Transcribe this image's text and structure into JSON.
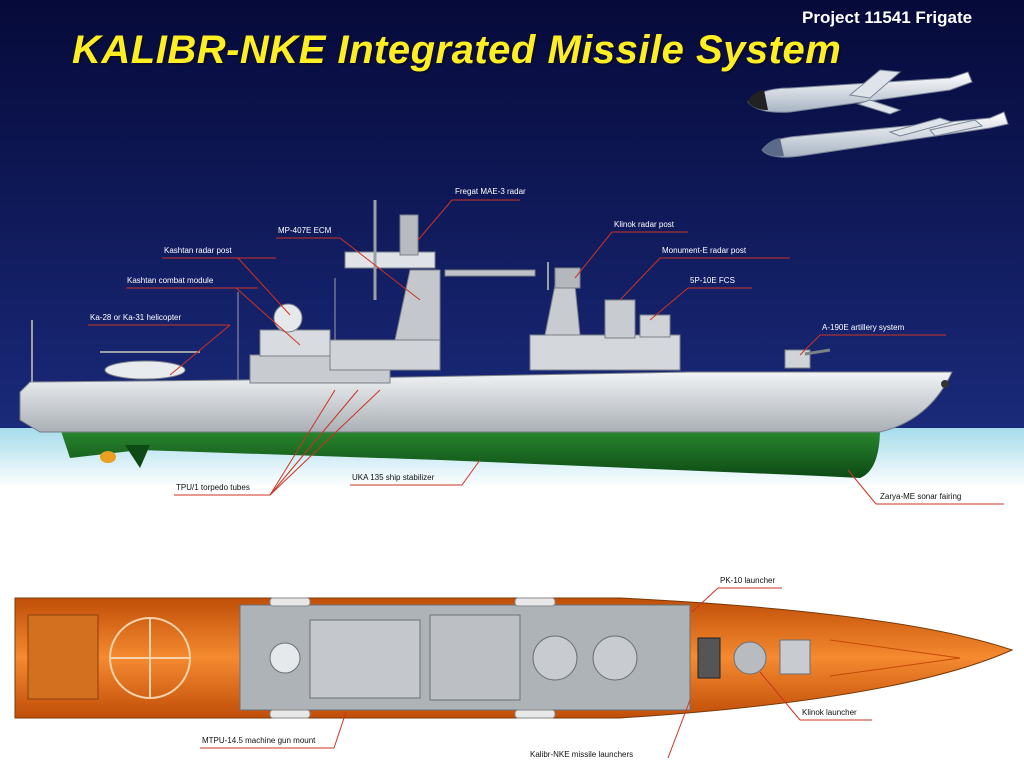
{
  "header": {
    "subtitle": "Project 11541 Frigate",
    "title": "KALIBR-NKE Integrated Missile System"
  },
  "colors": {
    "sky_top": "#060a3a",
    "sky_bottom": "#1a2a7a",
    "title_yellow": "#ffee22",
    "hull_grey": "#d6d9dc",
    "waterline_green": "#1f7a2a",
    "deck_orange": "#e86a12",
    "leader_red": "#cc3322"
  },
  "side_view_labels": {
    "fregat_radar": "Fregat MAE-3 radar",
    "mp407e_ecm": "MP-407E ECM",
    "klinok_radar_post": "Klinok radar post",
    "kashtan_radar_post": "Kashtan radar post",
    "monument_radar_post": "Monument-E radar post",
    "kashtan_combat_module": "Kashtan combat module",
    "fcs_5p10e": "5P-10E FCS",
    "helicopter": "Ka-28 or Ka-31 helicopter",
    "a190e_artillery": "A-190E artillery system",
    "ship_stabilizer": "UKA 135 ship stabilizer",
    "torpedo_tubes": "TPU/1 torpedo tubes",
    "sonar_fairing": "Zarya-ME sonar fairing"
  },
  "top_view_labels": {
    "pk10_launcher": "PK-10 launcher",
    "klinok_launcher": "Klinok launcher",
    "mtpu_mount": "MTPU-14.5 machine gun mount",
    "kalibr_launchers": "Kalibr-NKE missile launchers"
  }
}
